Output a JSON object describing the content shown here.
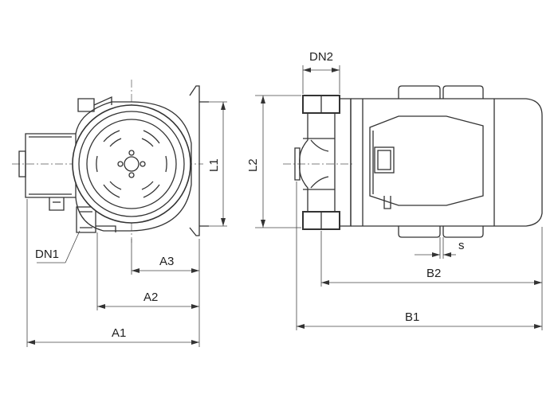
{
  "labels": {
    "dn2": "DN2",
    "dn1": "DN1",
    "l1": "L1",
    "l2": "L2",
    "a1": "A1",
    "a2": "A2",
    "a3": "A3",
    "b1": "B1",
    "b2": "B2",
    "s": "s"
  },
  "colors": {
    "line": "#333333",
    "background": "#ffffff"
  }
}
